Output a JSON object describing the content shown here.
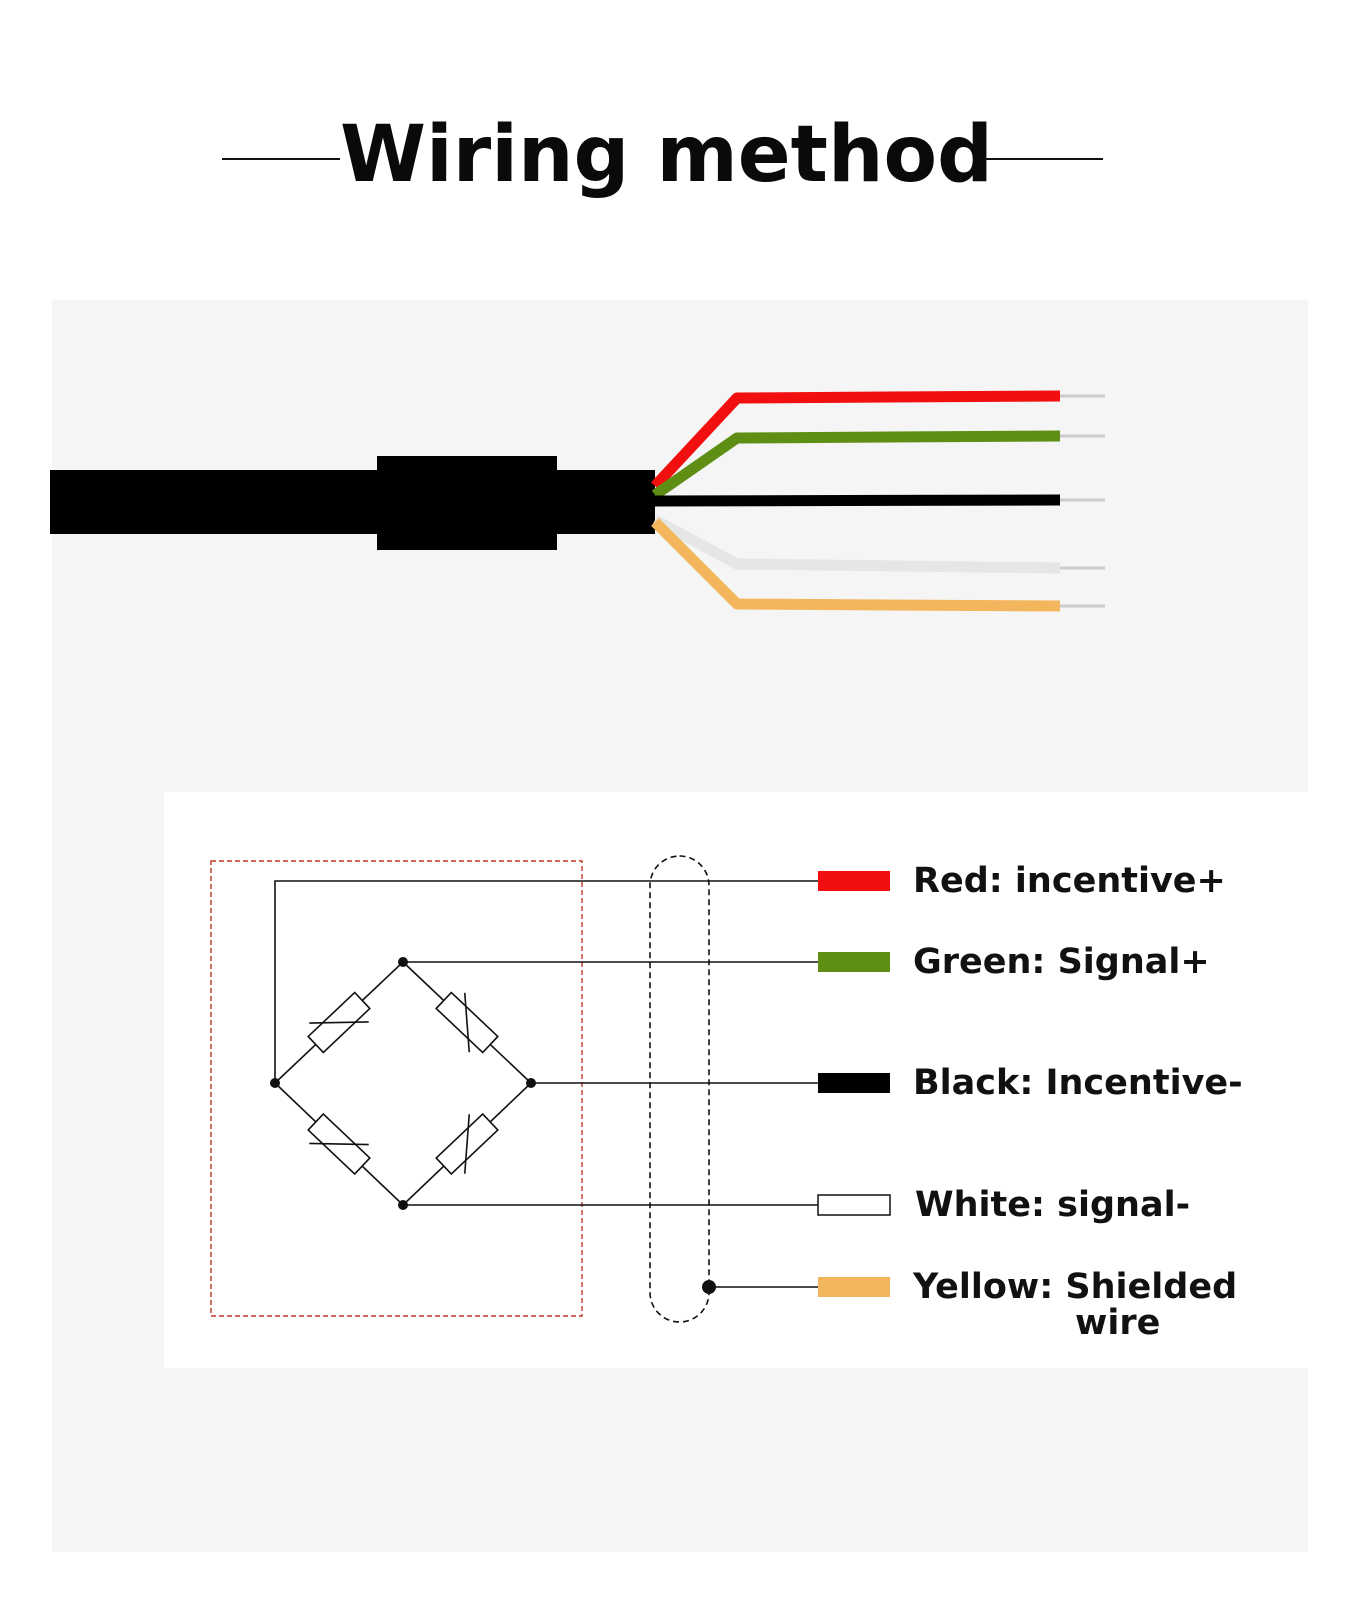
{
  "title": "Wiring method",
  "colors": {
    "red": "#f20f0f",
    "green": "#5f8e14",
    "black": "#000000",
    "white": "#e6e6e6",
    "yellow": "#f4b65c",
    "tip": "#cccccc",
    "dashed_box": "#c0392b"
  },
  "legend": [
    {
      "color": "red",
      "label": "Red: incentive+"
    },
    {
      "color": "green",
      "label": "Green: Signal+"
    },
    {
      "color": "black",
      "label": "Black: Incentive-"
    },
    {
      "color": "white",
      "label": "White: signal-"
    },
    {
      "color": "yellow",
      "label": "Yellow: Shielded",
      "label2": "wire"
    }
  ]
}
